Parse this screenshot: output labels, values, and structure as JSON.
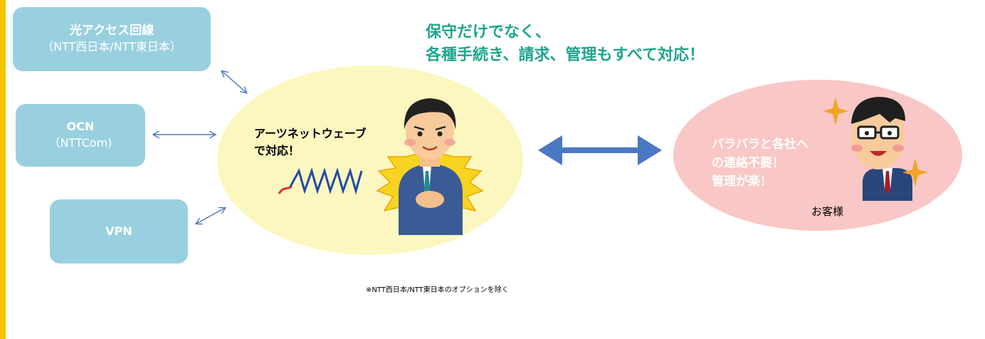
{
  "services": {
    "hikari": {
      "title": "光アクセス回線",
      "subtitle": "（NTT西日本/NTT東日本）"
    },
    "ocn": {
      "title": "OCN",
      "subtitle": "（NTTCom)"
    },
    "vpn": {
      "title": "VPN"
    }
  },
  "headline": {
    "line1": "保守だけでなく、",
    "line2": "各種手続き、請求、管理もすべて対応！"
  },
  "provider": {
    "line1": "アーツネットウェーブ",
    "line2": "で対応！"
  },
  "customer": {
    "line1": "バラバラと各社へ",
    "line2": "の連絡不要！",
    "line3": "管理が楽！",
    "label": "お客様"
  },
  "footnote": "※NTT西日本/NTT東日本のオプションを除く",
  "colors": {
    "accent_bar": "#f5c400",
    "service_box": "#99d0df",
    "headline": "#1fa58e",
    "provider_ellipse": "#fbf7bf",
    "customer_ellipse": "#f9c7c5",
    "arrow": "#4a78c2"
  }
}
